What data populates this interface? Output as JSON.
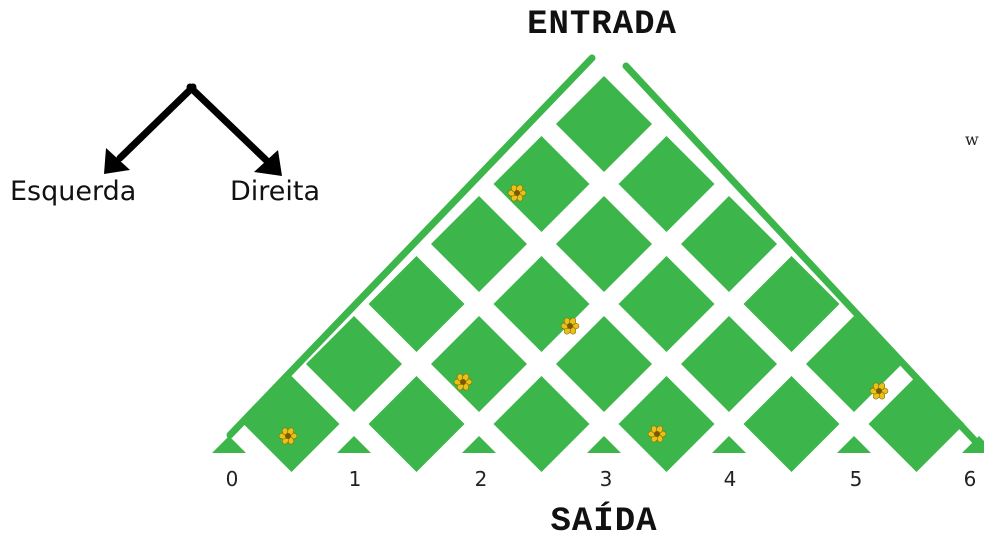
{
  "top_label": "ENTRADA",
  "bottom_label": "SAÍDA",
  "direction_left": "Esquerda",
  "direction_right": "Direita",
  "stray_text": "w",
  "axis_ticks": [
    "0",
    "1",
    "2",
    "3",
    "4",
    "5",
    "6"
  ],
  "colors": {
    "green": "#3cb54a",
    "flower": "#e8c21a",
    "arrow": "#000000"
  },
  "icons": [
    "flower-icon",
    "arrow-left-icon",
    "arrow-right-icon"
  ]
}
